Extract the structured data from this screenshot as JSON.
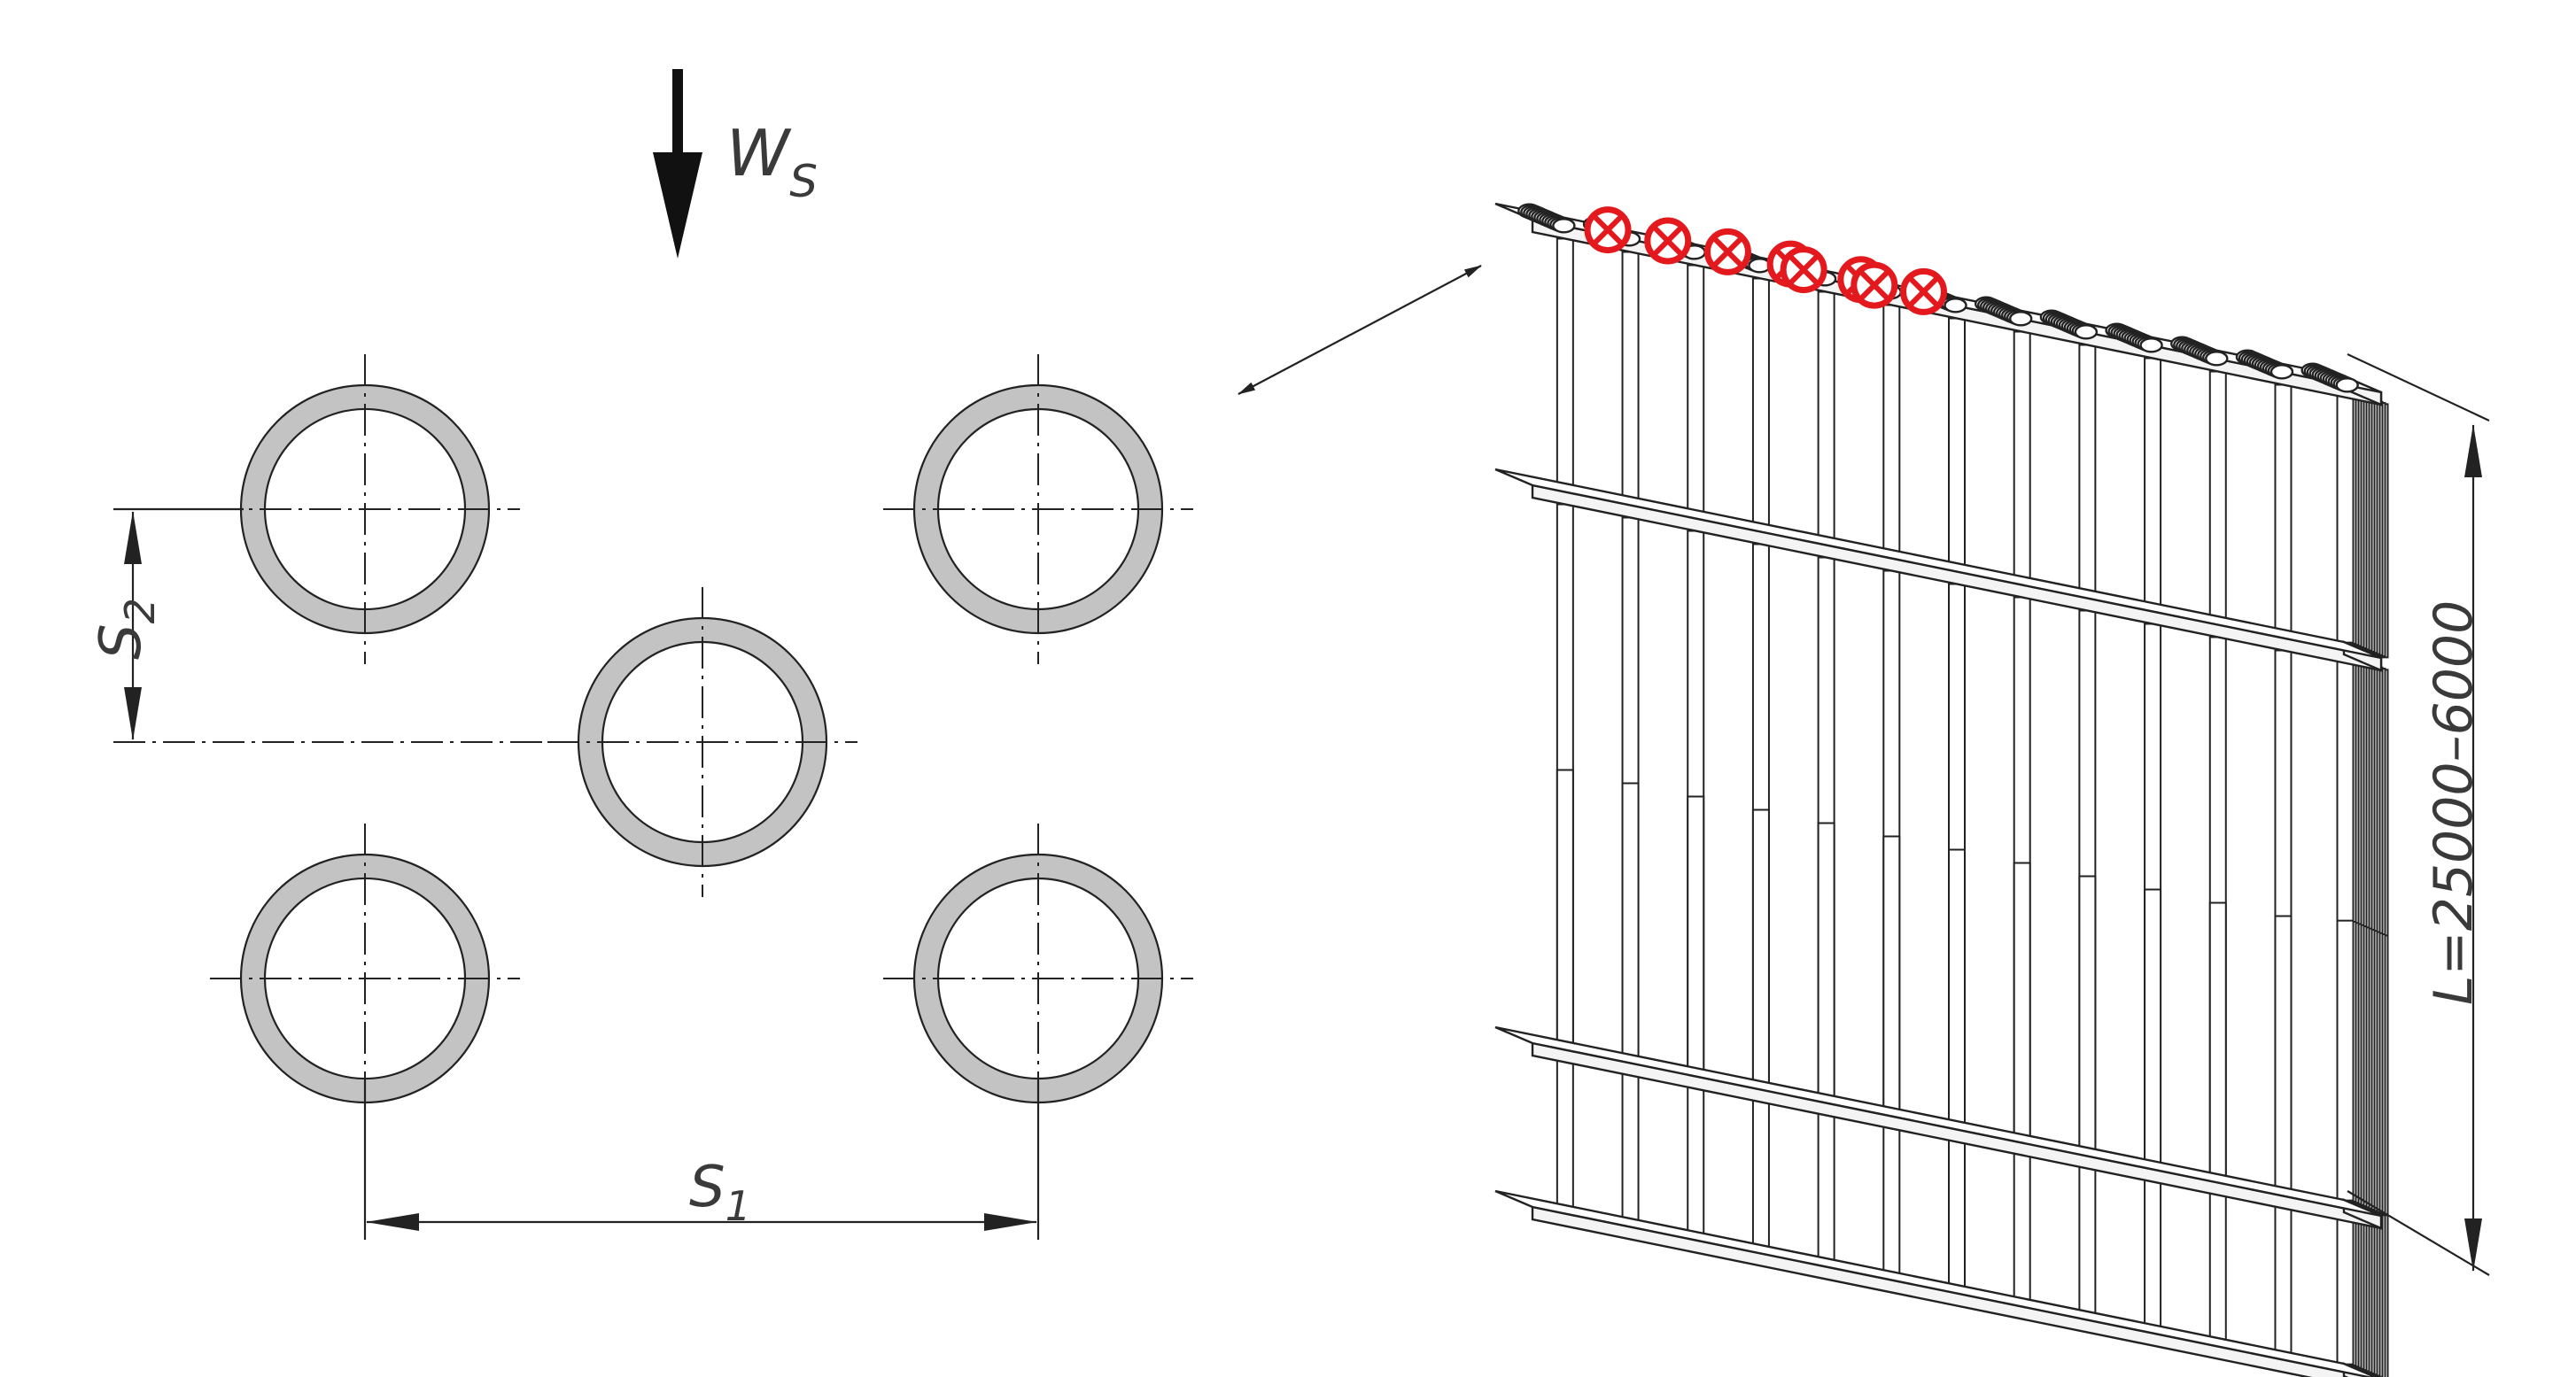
{
  "labels": {
    "flow_symbol": "W",
    "flow_subscript": "S",
    "pitch_vertical_symbol": "S",
    "pitch_vertical_subscript": "2",
    "pitch_horizontal_symbol": "S",
    "pitch_horizontal_subscript": "1",
    "length_dimension": "L=25000–6000"
  },
  "colors": {
    "tube_wall": "#c3c3c3",
    "plugged_marker": "#e3191d",
    "line": "#222222",
    "rod": "#ffffff",
    "background": "#ffffff"
  },
  "tube_layout": "staggered",
  "plugged_tubes": {
    "count": 8
  }
}
